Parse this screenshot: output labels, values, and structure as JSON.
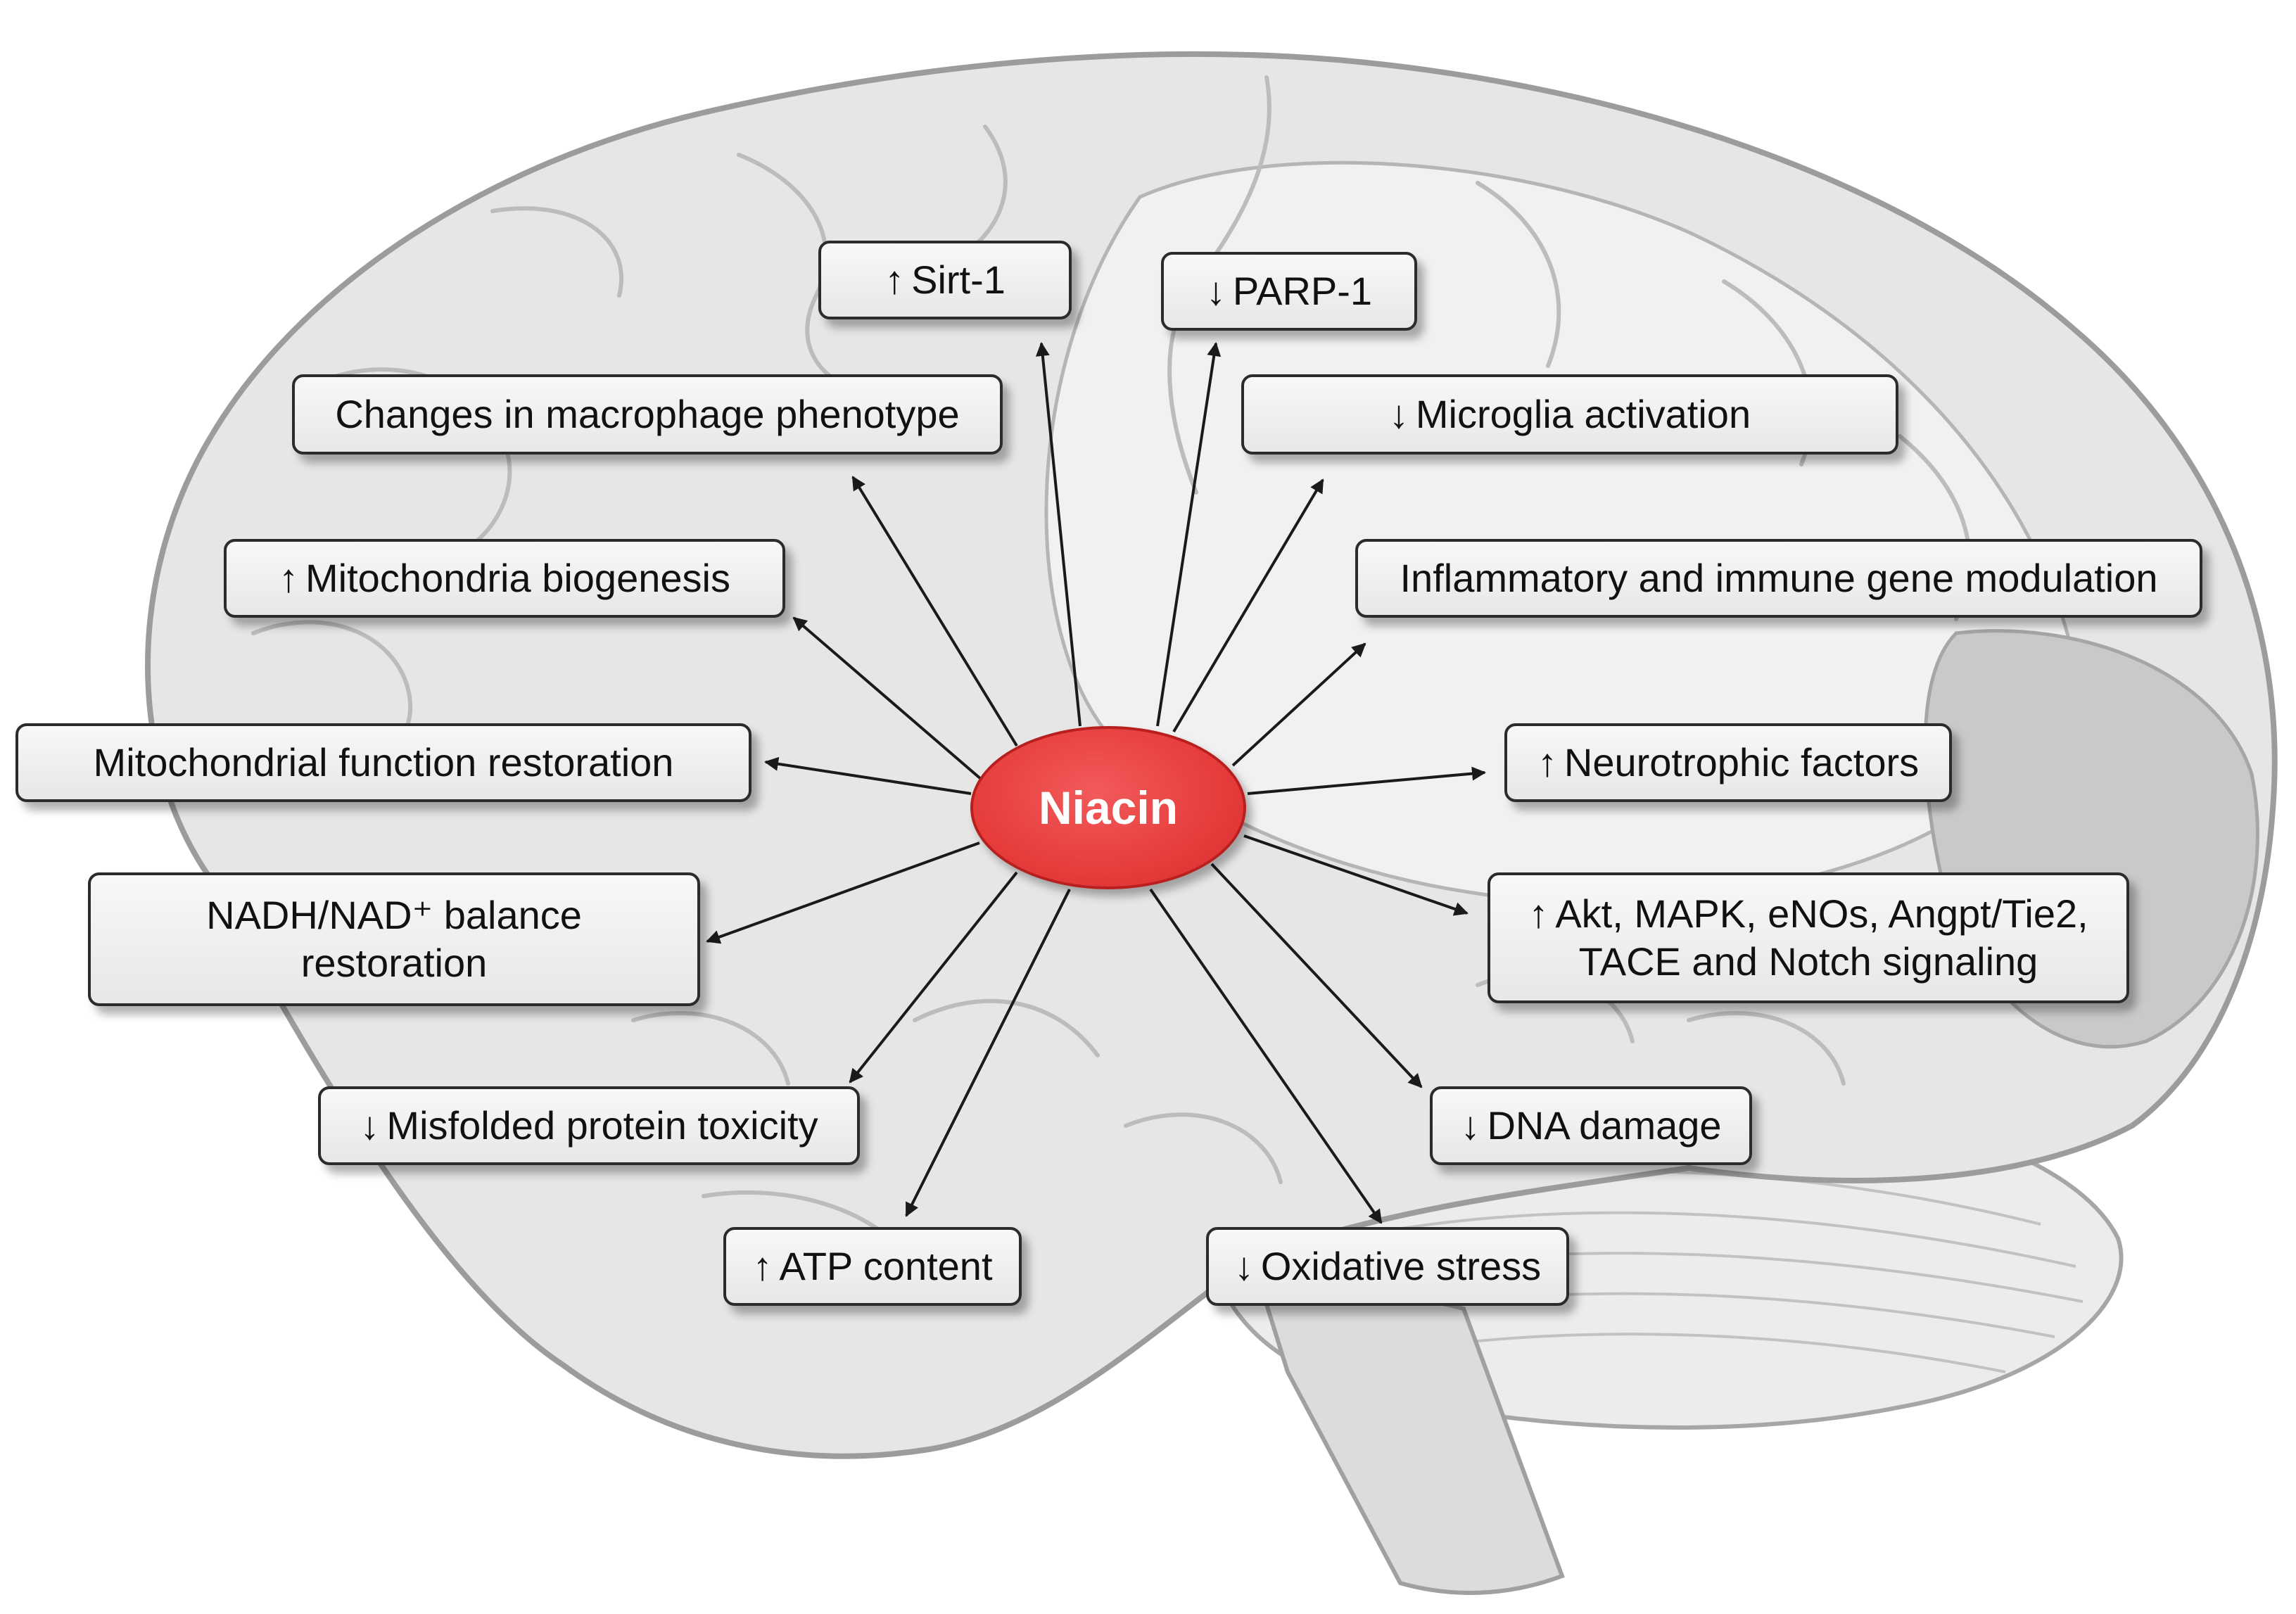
{
  "center": {
    "label": "Niacin"
  },
  "effects": [
    {
      "id": "sirt1",
      "arrow": "↑",
      "text": "Sirt-1"
    },
    {
      "id": "parp1",
      "arrow": "↓",
      "text": "PARP-1"
    },
    {
      "id": "macrophage",
      "arrow": "",
      "text": "Changes in macrophage phenotype"
    },
    {
      "id": "microglia",
      "arrow": "↓",
      "text": "Microglia activation"
    },
    {
      "id": "mito-biogenesis",
      "arrow": "↑",
      "text": "Mitochondria biogenesis"
    },
    {
      "id": "inflammatory",
      "arrow": "",
      "text": "Inflammatory and immune gene modulation"
    },
    {
      "id": "mito-function",
      "arrow": "",
      "text": "Mitochondrial function restoration"
    },
    {
      "id": "neurotrophic",
      "arrow": "↑",
      "text": "Neurotrophic factors"
    },
    {
      "id": "nadh",
      "arrow": "",
      "text": "NADH/NAD⁺ balance",
      "text2": "restoration"
    },
    {
      "id": "akt",
      "arrow": "↑",
      "text": "Akt, MAPK, eNOs, Angpt/Tie2,",
      "text2": "TACE and Notch signaling"
    },
    {
      "id": "misfolded",
      "arrow": "↓",
      "text": "Misfolded protein toxicity"
    },
    {
      "id": "dna",
      "arrow": "↓",
      "text": "DNA damage"
    },
    {
      "id": "atp",
      "arrow": "↑",
      "text": "ATP content"
    },
    {
      "id": "oxidative",
      "arrow": "↓",
      "text": "Oxidative stress"
    }
  ],
  "colors": {
    "node_fill": "#e53a3a",
    "node_text": "#ffffff",
    "arrow": "#1a1a1a",
    "box_border": "#2b2b2b"
  }
}
